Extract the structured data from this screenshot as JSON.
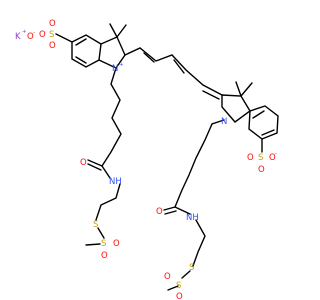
{
  "colors": {
    "oxygen": "#ff0d0d",
    "nitrogen": "#3050f8",
    "sulfur": "#c8a000",
    "potassium": "#8f40d4",
    "carbon_bond": "#000000"
  },
  "atoms": {
    "k": "K",
    "k_charge": "+",
    "o": "O",
    "o_minus": "-",
    "n": "N",
    "n_plus": "+",
    "nh": "NH",
    "s": "S"
  }
}
